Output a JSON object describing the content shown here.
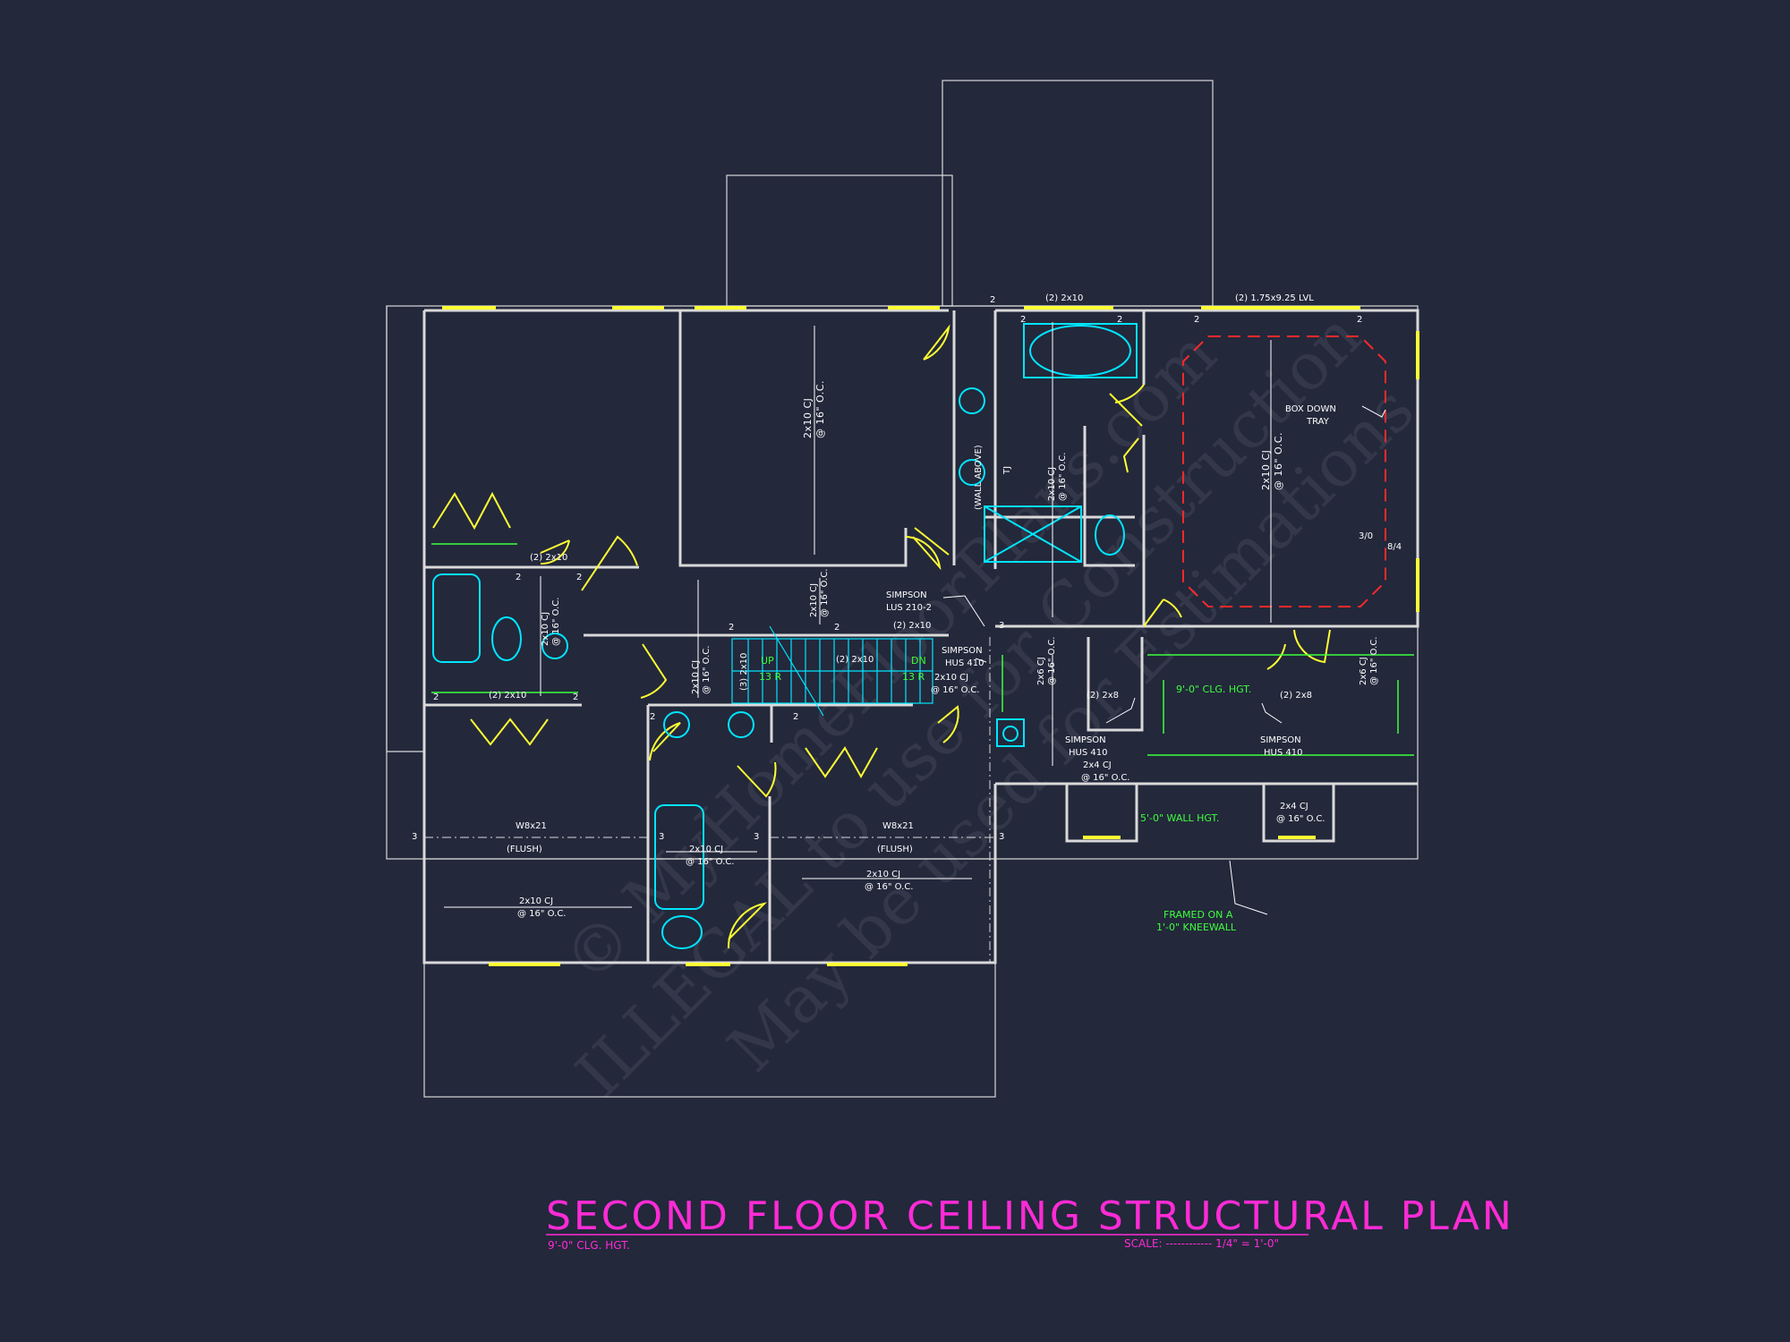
{
  "colors": {
    "background": "#23283b",
    "wall": "#d9d9d9",
    "window": "#ffff33",
    "door": "#ffff33",
    "fixture": "#00e5ff",
    "annotation_green": "#3dff3d",
    "title": "#ff2bd6",
    "hidden_red": "#ff2a2a"
  },
  "title": {
    "main": "SECOND FLOOR CEILING STRUCTURAL PLAN",
    "left_note": "9'-0\" CLG. HGT.",
    "scale_label": "SCALE: ------------ 1/4\" = 1'-0\""
  },
  "watermark": {
    "line1": "© MyHomeFloorPlans.com",
    "line2": "ILLEGAL to use for Construction",
    "line3": "May be used for Estimations"
  },
  "labels": {
    "joist_2x10_16": "2x10 CJ",
    "oc_16": "@ 16\" O.C.",
    "oc_16_alt": "@ 16\" O.C.",
    "double_2x10": "(2) 2x10",
    "triple_2x10": "(3) 2x10",
    "lvl": "(2) 1.75x9.25 LVL",
    "box_down_1": "BOX DOWN",
    "box_down_2": "TRAY",
    "pitch_a": "3/0",
    "pitch_b": "8/4",
    "simpson_lus_1": "SIMPSON",
    "simpson_lus_2": "LUS 210-2",
    "simpson_hus_1": "SIMPSON",
    "simpson_hus_2": "HUS 410",
    "cj_2x10": "2x10 CJ",
    "oc_16b": "@ 16\" O.C.",
    "clg_hgt_9": "9'-0\" CLG. HGT.",
    "double_2x8": "(2) 2x8",
    "cj_2x6": "2x6 CJ",
    "cj_2x4": "2x4 CJ",
    "wall_hgt": "5'-0\" WALL HGT.",
    "framed_1": "FRAMED ON A",
    "framed_2": "1'-0\" KNEEWALL",
    "beam": "W8x21",
    "flush": "(FLUSH)",
    "wall_above": "(WALL ABOVE)",
    "tj": "TJ",
    "up": "UP",
    "dn": "DN",
    "num2": "2",
    "num3": "3",
    "stair_r1": "13 R",
    "stair_r2": "13 R"
  }
}
